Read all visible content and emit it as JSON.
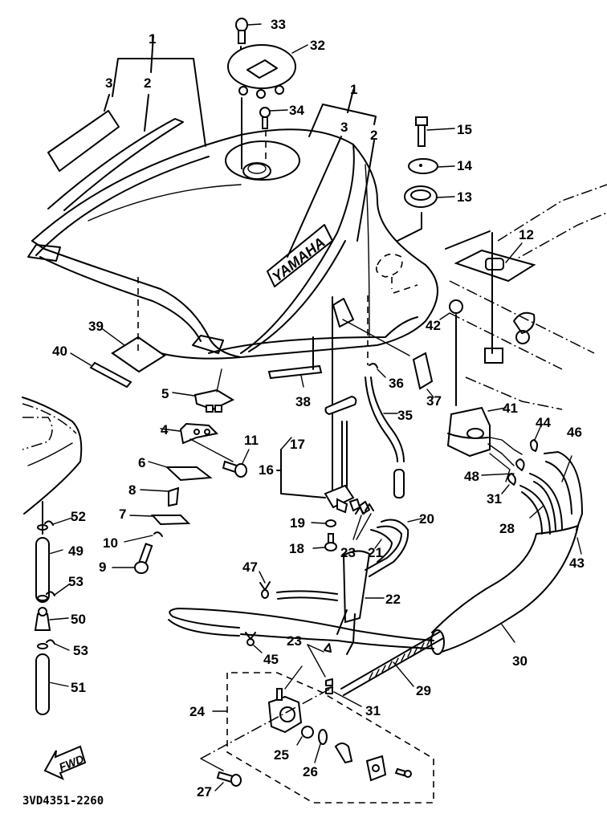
{
  "diagram": {
    "title": "Fuel tank parts diagram",
    "drawing_code": "3VD4351-2260",
    "brand_emblem": "YAMAHA",
    "direction_arrow": "FWD",
    "ink_color": "#000000",
    "background_color": "#ffffff"
  },
  "callouts": {
    "c1a": "1",
    "c2a": "2",
    "c3a": "3",
    "c1b": "1",
    "c2b": "2",
    "c3b": "3",
    "c4": "4",
    "c5": "5",
    "c6": "6",
    "c7": "7",
    "c8": "8",
    "c9": "9",
    "c10": "10",
    "c11": "11",
    "c12": "12",
    "c13": "13",
    "c14": "14",
    "c15": "15",
    "c16": "16",
    "c17": "17",
    "c18": "18",
    "c19": "19",
    "c20": "20",
    "c21": "21",
    "c22": "22",
    "c23a": "23",
    "c23b": "23",
    "c24": "24",
    "c25": "25",
    "c26": "26",
    "c27": "27",
    "c28": "28",
    "c29": "29",
    "c30": "30",
    "c31a": "31",
    "c31b": "31",
    "c32": "32",
    "c33": "33",
    "c34": "34",
    "c35": "35",
    "c36": "36",
    "c37": "37",
    "c38": "38",
    "c39": "39",
    "c40": "40",
    "c41": "41",
    "c42": "42",
    "c43": "43",
    "c44": "44",
    "c45": "45",
    "c46": "46",
    "c47": "47",
    "c48": "48",
    "c49": "49",
    "c50": "50",
    "c51": "51",
    "c52": "52",
    "c53a": "53",
    "c53b": "53"
  }
}
